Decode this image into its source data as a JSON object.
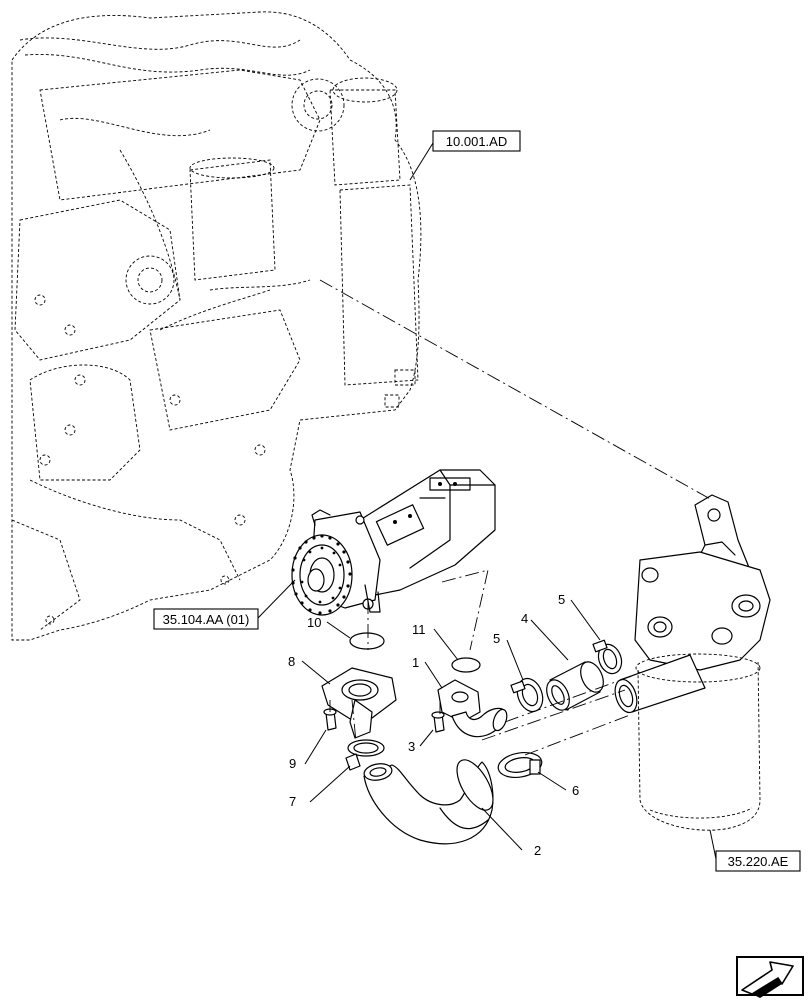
{
  "references": {
    "engine": "10.001.AD",
    "pump": "35.104.AA (01)",
    "filter": "35.220.AE"
  },
  "callouts": [
    "1",
    "2",
    "3",
    "4",
    "5",
    "5",
    "6",
    "7",
    "8",
    "9",
    "10",
    "11"
  ],
  "icons": {
    "nav": "previous-page-arrow-icon"
  }
}
